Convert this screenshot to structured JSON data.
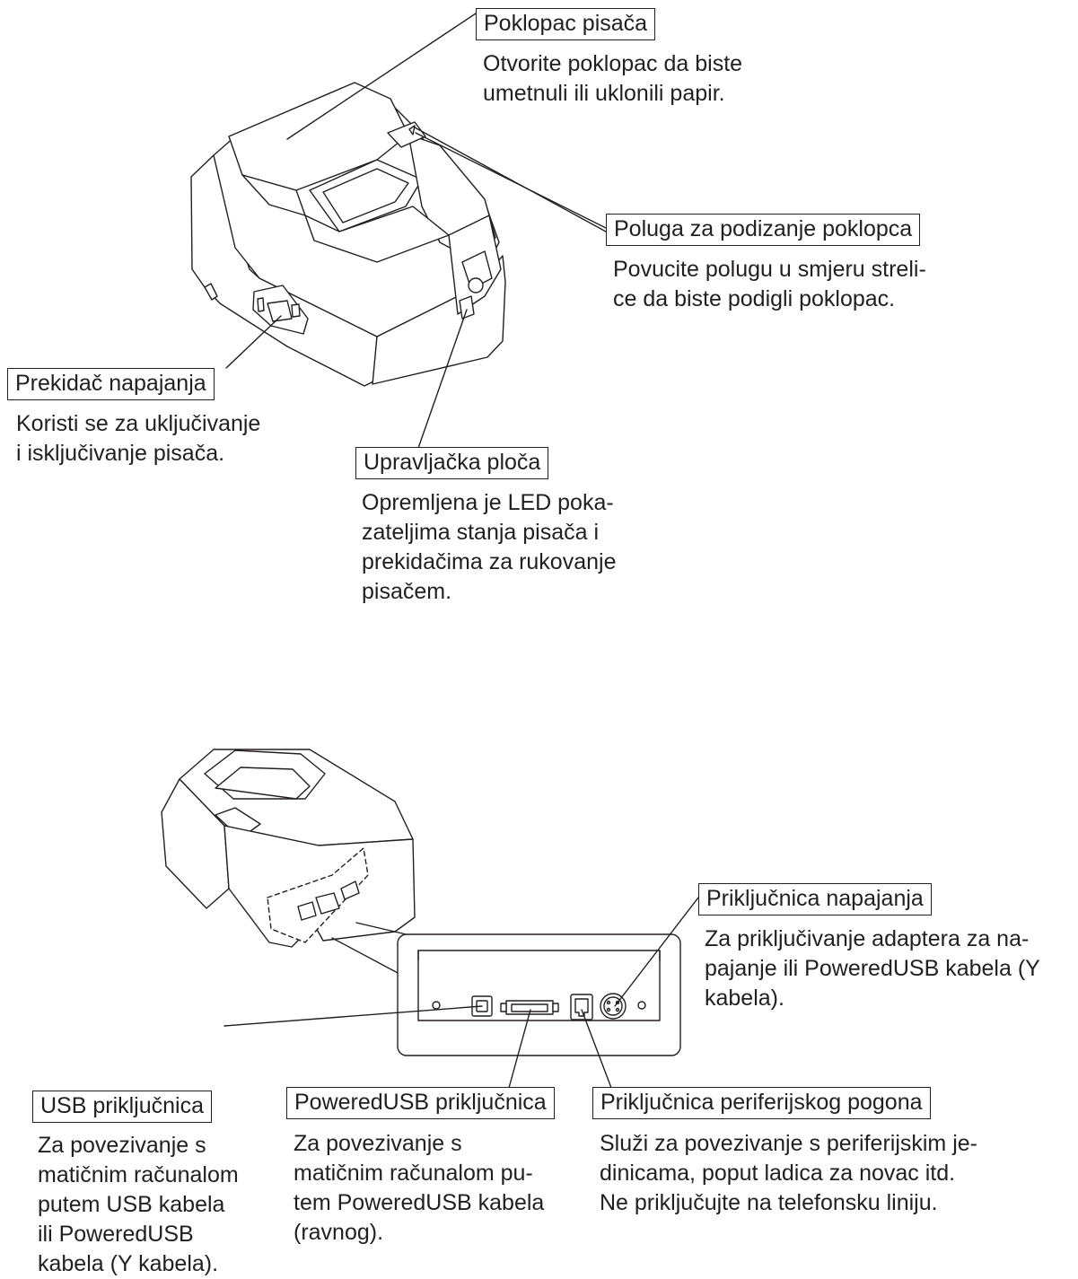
{
  "top_figure": {
    "callouts": [
      {
        "key": "cover",
        "label": "Poklopac pisača",
        "lines": [
          "Otvorite poklopac da biste",
          "umetnuli ili uklonili papir."
        ]
      },
      {
        "key": "lever",
        "label": "Poluga za podizanje poklopca",
        "lines": [
          "Povucite polugu u smjeru streli-",
          "ce da biste podigli poklopac."
        ]
      },
      {
        "key": "power-switch",
        "label": "Prekidač napajanja",
        "lines": [
          "Koristi se za uključivanje",
          "i isključivanje pisača."
        ]
      },
      {
        "key": "control-panel",
        "label": "Upravljačka ploča",
        "lines": [
          "Opremljena je LED poka-",
          "zateljima stanja pisača i",
          "prekidačima za rukovanje",
          "pisačem."
        ]
      }
    ]
  },
  "bottom_figure": {
    "callouts": [
      {
        "key": "power-connector",
        "label": "Priključnica napajanja",
        "lines": [
          "Za priključivanje adaptera za na-",
          "pajanje ili PoweredUSB kabela (Y",
          "kabela)."
        ]
      },
      {
        "key": "usb-connector",
        "label": "USB priključnica",
        "lines": [
          "Za povezivanje s",
          "matičnim računalom",
          "putem USB kabela",
          "ili PoweredUSB",
          "kabela (Y kabela)."
        ]
      },
      {
        "key": "poweredusb-connector",
        "label": "PoweredUSB priključnica",
        "lines": [
          "Za povezivanje s",
          "matičnim računalom pu-",
          "tem PoweredUSB kabela",
          "(ravnog)."
        ]
      },
      {
        "key": "peripheral-connector",
        "label": "Priključnica periferijskog pogona",
        "lines": [
          "Služi za povezivanje s periferijskim je-",
          "dinicama, poput ladica za novac itd.",
          "Ne priključujte na telefonsku liniju."
        ]
      }
    ]
  }
}
